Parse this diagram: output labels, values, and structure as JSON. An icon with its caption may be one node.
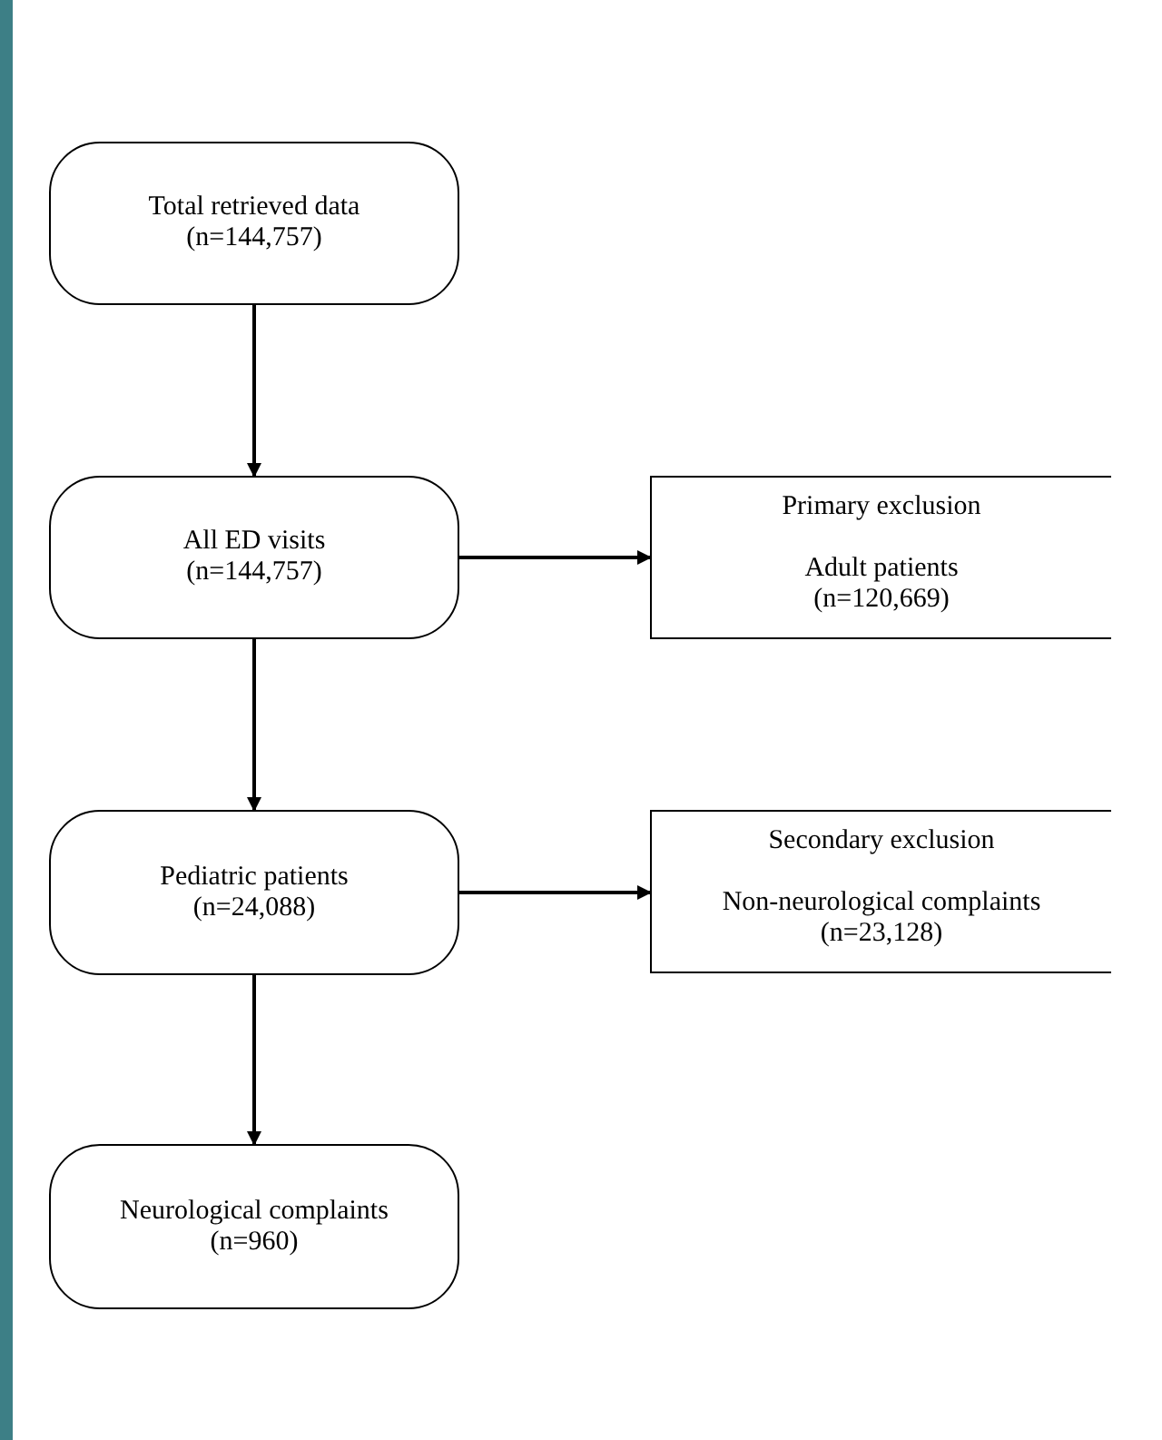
{
  "diagram": {
    "nodes": [
      {
        "text": [
          "Total retrieved data",
          "(n=144,757)"
        ]
      },
      {
        "text": [
          "All ED visits",
          "(n=144,757)"
        ]
      },
      {
        "text": [
          "Primary exclusion",
          "Adult patients",
          "(n=120,669)"
        ]
      },
      {
        "text": [
          "Pediatric patients",
          "(n=24,088)"
        ]
      },
      {
        "text": [
          "Secondary exclusion",
          "Non-neurological complaints",
          "(n=23,128)"
        ]
      },
      {
        "text": [
          "Neurological complaints",
          "(n=960)"
        ]
      }
    ],
    "edges": [
      {
        "from": 0,
        "to": 1,
        "arrow": "to"
      },
      {
        "from": 1,
        "to": 2,
        "arrow": "to"
      },
      {
        "from": 1,
        "to": 3,
        "arrow": "to"
      },
      {
        "from": 3,
        "to": 4,
        "arrow": "to"
      },
      {
        "from": 3,
        "to": 5,
        "arrow": "to"
      }
    ]
  }
}
